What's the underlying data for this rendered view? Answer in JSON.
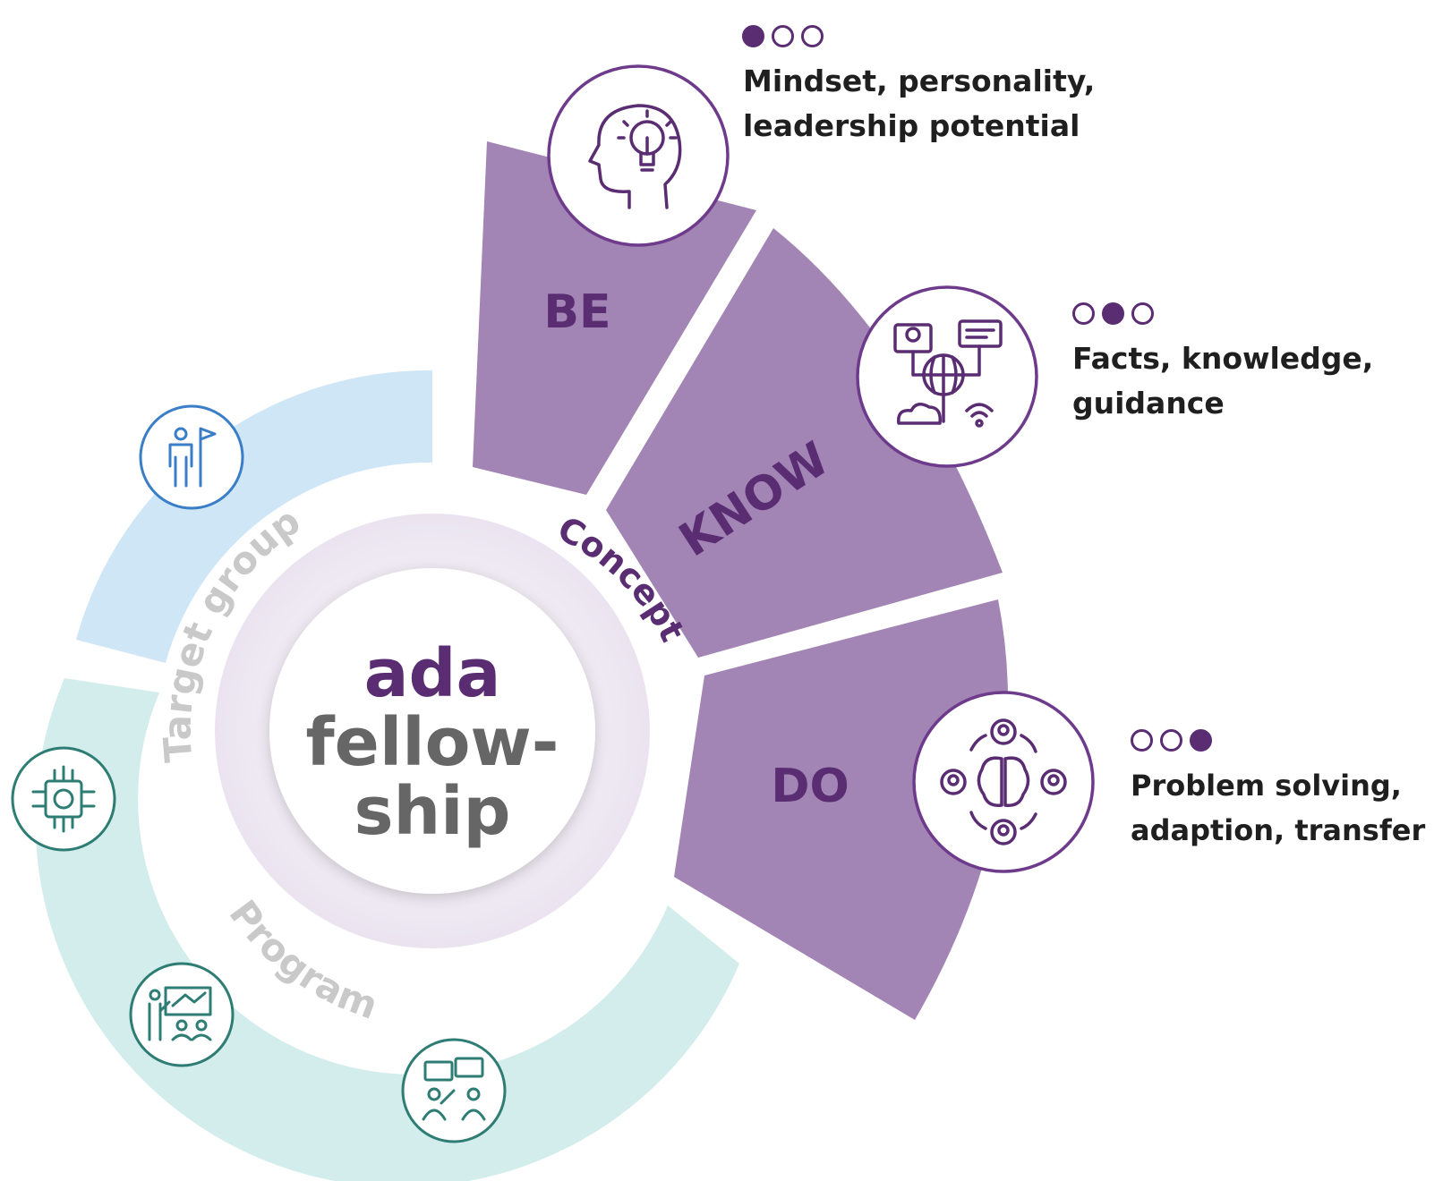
{
  "center": {
    "line1": "ada",
    "line2": "fellow-",
    "line3": "ship"
  },
  "rings": {
    "concept": "Concept",
    "target_group": "Target group",
    "program": "Program"
  },
  "segments": [
    {
      "label": "BE",
      "description": [
        "Mindset, personality,",
        "leadership potential"
      ],
      "dots_filled_index": 0,
      "icon": "head-lightbulb-icon"
    },
    {
      "label": "KNOW",
      "description": [
        "Facts, knowledge,",
        "guidance"
      ],
      "dots_filled_index": 1,
      "icon": "knowledge-network-icon"
    },
    {
      "label": "DO",
      "description": [
        "Problem solving,",
        "adaption, transfer"
      ],
      "dots_filled_index": 2,
      "icon": "brain-collaboration-icon"
    }
  ],
  "side_icons": [
    "person-flag-icon",
    "circuit-brain-icon",
    "presenter-audience-icon",
    "discussion-icon"
  ],
  "colors": {
    "purple_dark": "#5a2d73",
    "purple_segment": "#a285b4",
    "blue_ring": "#cfe6f6",
    "teal_ring": "#d3ecec",
    "gray_text": "#666666",
    "ring_label_gray": "#c9c9c9",
    "blue_icon": "#3a7ec8",
    "teal_icon": "#2e7d74"
  }
}
